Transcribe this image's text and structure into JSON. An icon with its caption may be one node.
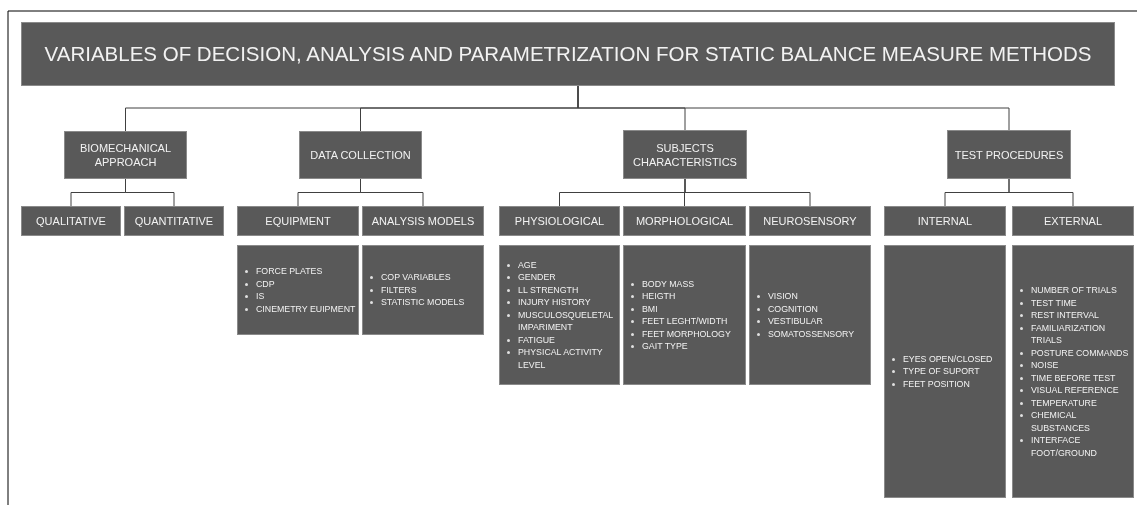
{
  "diagram": {
    "nodes": [
      {
        "text": [
          "VARIABLES OF DECISION, ANALYSIS AND PARAMETRIZATION FOR STATIC BALANCE MEASURE METHODS"
        ]
      },
      {
        "text": [
          "BIOMECHANICAL APPROACH"
        ]
      },
      {
        "text": [
          "DATA COLLECTION"
        ]
      },
      {
        "text": [
          "SUBJECTS CHARACTERISTICS"
        ]
      },
      {
        "text": [
          "TEST PROCEDURES"
        ]
      },
      {
        "text": [
          "QUALITATIVE"
        ]
      },
      {
        "text": [
          "QUANTITATIVE"
        ]
      },
      {
        "text": [
          "EQUIPMENT"
        ]
      },
      {
        "text": [
          "ANALYSIS MODELS"
        ]
      },
      {
        "text": [
          "PHYSIOLOGICAL"
        ]
      },
      {
        "text": [
          "MORPHOLOGICAL"
        ]
      },
      {
        "text": [
          "NEUROSENSORY"
        ]
      },
      {
        "text": [
          "INTERNAL"
        ]
      },
      {
        "text": [
          "EXTERNAL"
        ]
      },
      {
        "text": [
          "FORCE PLATES",
          "CDP",
          "IS",
          "CINEMETRY EUIPMENT"
        ]
      },
      {
        "text": [
          "COP VARIABLES",
          "FILTERS",
          "STATISTIC MODELS"
        ]
      },
      {
        "text": [
          "AGE",
          "GENDER",
          "LL STRENGTH",
          "INJURY HISTORY",
          "MUSCULOSQUELETAL IMPARIMENT",
          "FATIGUE",
          "PHYSICAL ACTIVITY LEVEL"
        ]
      },
      {
        "text": [
          "BODY MASS",
          "HEIGTH",
          "BMI",
          "FEET LEGHT/WIDTH",
          "FEET MORPHOLOGY",
          "GAIT TYPE"
        ]
      },
      {
        "text": [
          "VISION",
          "COGNITION",
          "VESTIBULAR",
          "SOMATOSSENSORY"
        ]
      },
      {
        "text": [
          "EYES OPEN/CLOSED",
          "TYPE OF SUPORT",
          "FEET POSITION"
        ]
      },
      {
        "text": [
          "NUMBER OF TRIALS",
          "TEST TIME",
          "REST INTERVAL",
          "FAMILIARIZATION TRIALS",
          "POSTURE COMMANDS",
          "NOISE",
          "TIME BEFORE TEST",
          "VISUAL REFERENCE",
          "TEMPERATURE",
          "CHEMICAL SUBSTANCES",
          "INTERFACE FOOT/GROUND"
        ]
      }
    ],
    "edges": [
      {
        "from": 0,
        "to": 1,
        "arrow": "none"
      },
      {
        "from": 0,
        "to": 2,
        "arrow": "none"
      },
      {
        "from": 0,
        "to": 3,
        "arrow": "none"
      },
      {
        "from": 0,
        "to": 4,
        "arrow": "none"
      },
      {
        "from": 1,
        "to": 5,
        "arrow": "none"
      },
      {
        "from": 1,
        "to": 6,
        "arrow": "none"
      },
      {
        "from": 2,
        "to": 7,
        "arrow": "none"
      },
      {
        "from": 2,
        "to": 8,
        "arrow": "none"
      },
      {
        "from": 3,
        "to": 9,
        "arrow": "none"
      },
      {
        "from": 3,
        "to": 10,
        "arrow": "none"
      },
      {
        "from": 3,
        "to": 11,
        "arrow": "none"
      },
      {
        "from": 4,
        "to": 12,
        "arrow": "none"
      },
      {
        "from": 4,
        "to": 13,
        "arrow": "none"
      }
    ]
  }
}
